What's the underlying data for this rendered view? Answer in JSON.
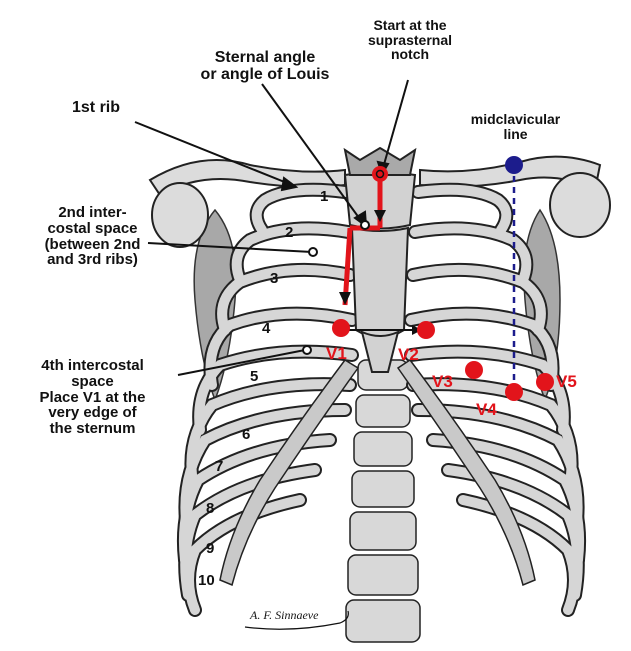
{
  "labels": {
    "start": [
      "Start at the",
      "suprasternal",
      "notch"
    ],
    "sternal_angle": [
      "Sternal angle",
      "or angle of Louis"
    ],
    "first_rib": "1st rib",
    "second_ics": [
      "2nd inter-",
      "costal space",
      "(between 2nd",
      "and 3rd ribs)"
    ],
    "fourth_ics": [
      "4th intercostal",
      "space",
      "Place V1 at the",
      "very edge of",
      "the sternum"
    ],
    "midclavicular": [
      "midclavicular",
      "line"
    ]
  },
  "rib_numbers": [
    "1",
    "2",
    "3",
    "4",
    "5",
    "6",
    "7",
    "8",
    "9",
    "10"
  ],
  "leads": [
    "V1",
    "V2",
    "V3",
    "V4",
    "V5"
  ],
  "signature": "A. F. Sinnaeve",
  "colors": {
    "accent": "#e2141b",
    "line": "#1c1c8c",
    "bone": "#d6d6d6",
    "bone_dark": "#9a9a9a",
    "outline": "#222222"
  }
}
